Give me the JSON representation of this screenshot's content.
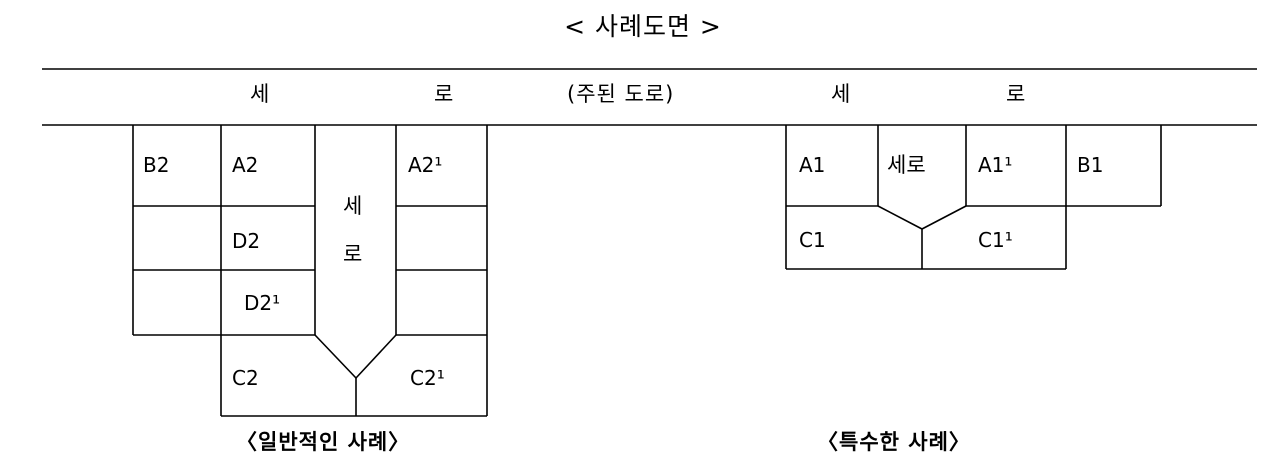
{
  "title": "< 사례도면 >",
  "main_road": {
    "left_label_1": "세",
    "left_label_2": "로",
    "center_label": "(주된 도로)",
    "right_label_1": "세",
    "right_label_2": "로"
  },
  "general_case": {
    "cells": {
      "b2": "B2",
      "a2": "A2",
      "a2_prime": "A2¹",
      "d2": "D2",
      "d2_prime": "D2¹",
      "c2": "C2",
      "c2_prime": "C2¹"
    },
    "side_road_1": "세",
    "side_road_2": "로",
    "caption": "〈일반적인 사례〉"
  },
  "special_case": {
    "cells": {
      "a1": "A1",
      "a1_prime": "A1¹",
      "b1": "B1",
      "c1": "C1",
      "c1_prime": "C1¹"
    },
    "side_road": "세로",
    "caption": "〈특수한 사례〉"
  }
}
